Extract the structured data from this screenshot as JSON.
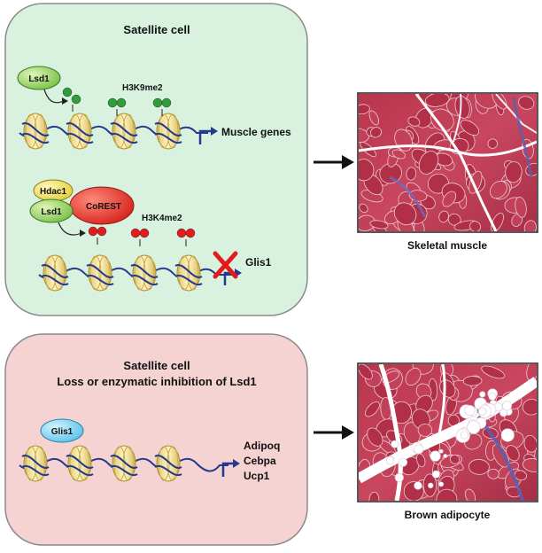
{
  "panel_top": {
    "title": "Satellite cell",
    "row1": {
      "enzyme": "Lsd1",
      "mark": "H3K9me2",
      "mark_color": "#2e9e3a",
      "target": "Muscle genes"
    },
    "row2": {
      "enzymes": [
        "Hdac1",
        "Lsd1",
        "CoREST"
      ],
      "mark": "H3K4me2",
      "mark_color": "#e31b1b",
      "target": "Glis1"
    },
    "fill_color": "#d9f2e0"
  },
  "panel_bottom": {
    "title_line1": "Satellite cell",
    "title_line2": "Loss or enzymatic inhibition of Lsd1",
    "factor": "Glis1",
    "targets": [
      "Adipoq",
      "Cebpa",
      "Ucp1"
    ],
    "fill_color": "#f5d3d3"
  },
  "images": {
    "top_caption": "Skeletal muscle",
    "bottom_caption": "Brown adipocyte"
  }
}
